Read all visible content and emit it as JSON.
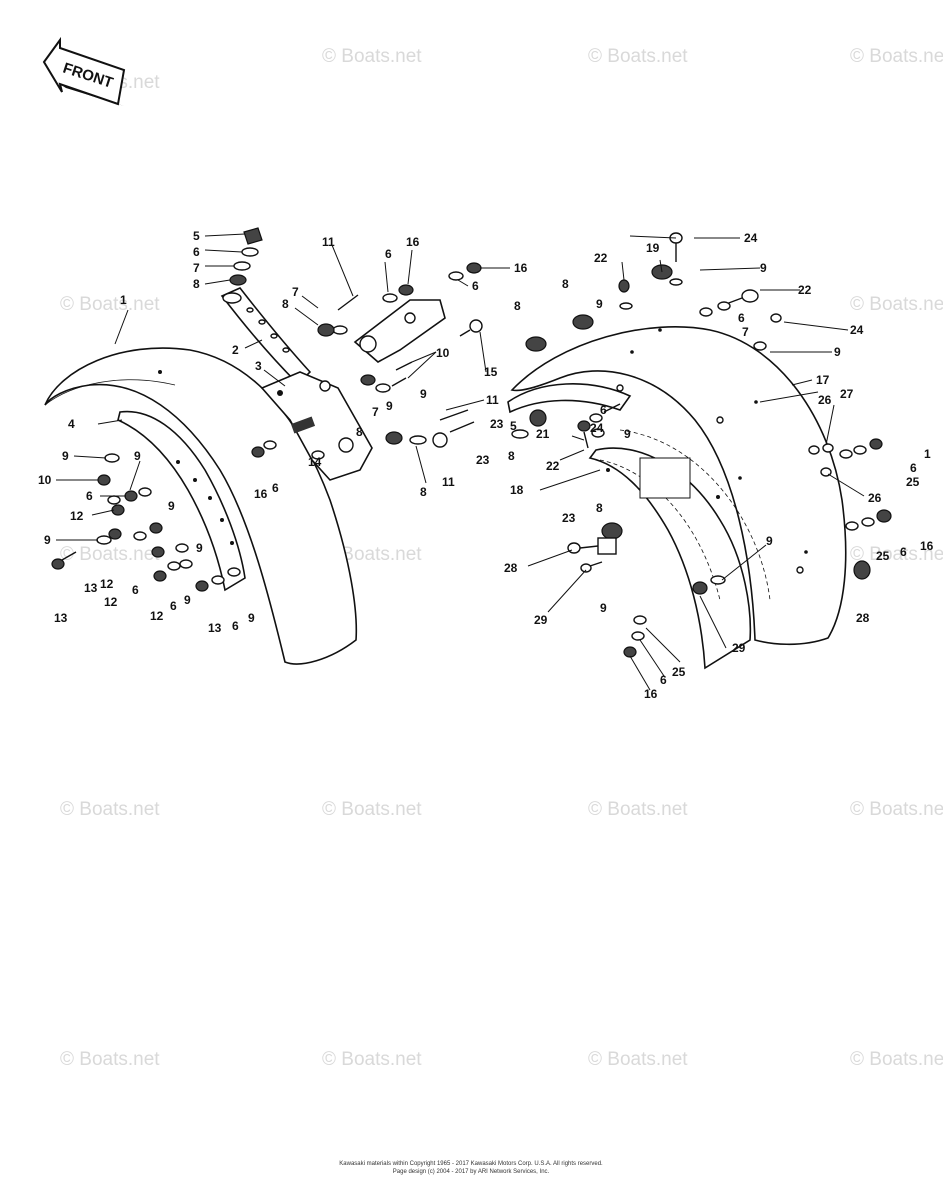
{
  "front_arrow": {
    "label": "FRONT"
  },
  "watermark": {
    "text": "© Boats.net"
  },
  "copyright": {
    "line1": "Kawasaki materials within Copyright 1965 - 2017 Kawasaki Motors Corp. U.S.A. All rights reserved.",
    "line2": "Page design (c) 2004 - 2017 by ARI Network Services, Inc."
  },
  "callouts": {
    "c1": "1",
    "c2": "2",
    "c3": "3",
    "c4": "4",
    "c5": "5",
    "c6a": "6",
    "c6b": "6",
    "c7a": "7",
    "c8a": "8",
    "c8b": "8",
    "c9a": "9",
    "c9b": "9",
    "c9c": "9",
    "c9d": "9",
    "c9e": "9",
    "c9f": "9",
    "c10a": "10",
    "c11a": "11",
    "c12a": "12",
    "c12b": "12",
    "c12c": "12",
    "c12d": "12",
    "c13a": "13",
    "c13b": "13",
    "c14": "14",
    "c16a": "16",
    "c6c": "6",
    "c6d": "6",
    "c6e": "6",
    "r11": "11",
    "r16a": "16",
    "r6a": "6",
    "r8a": "8",
    "r7a": "7",
    "r9a": "9",
    "r10": "10",
    "r6b": "6",
    "r16b": "16",
    "r15": "15",
    "r8b": "8",
    "r9b": "9",
    "r11b": "11",
    "r7b": "7",
    "r8c": "8",
    "q22a": "22",
    "q19": "19",
    "q24a": "24",
    "q9a": "9",
    "q8a": "8",
    "q9b": "9",
    "q22b": "22",
    "q6a": "6",
    "q7a": "7",
    "q24b": "24",
    "q9c": "9",
    "q8b": "8",
    "q17": "17",
    "q23a": "23",
    "q5": "5",
    "q21": "21",
    "q6b": "6",
    "q24c": "24",
    "q9d": "9",
    "q23b": "23",
    "q8c": "8",
    "q22c": "22",
    "q18": "18",
    "q26a": "26",
    "q27": "27",
    "q1": "1",
    "q6c": "6",
    "q25a": "25",
    "q26b": "26",
    "q23c": "23",
    "q8d": "8",
    "q9e": "9",
    "q28a": "28",
    "q29a": "29",
    "q9f": "9",
    "q25b": "25",
    "q6d": "6",
    "q16a": "16",
    "q28b": "28",
    "q29b": "29",
    "q6e": "6",
    "q25c": "25",
    "q16b": "16"
  }
}
